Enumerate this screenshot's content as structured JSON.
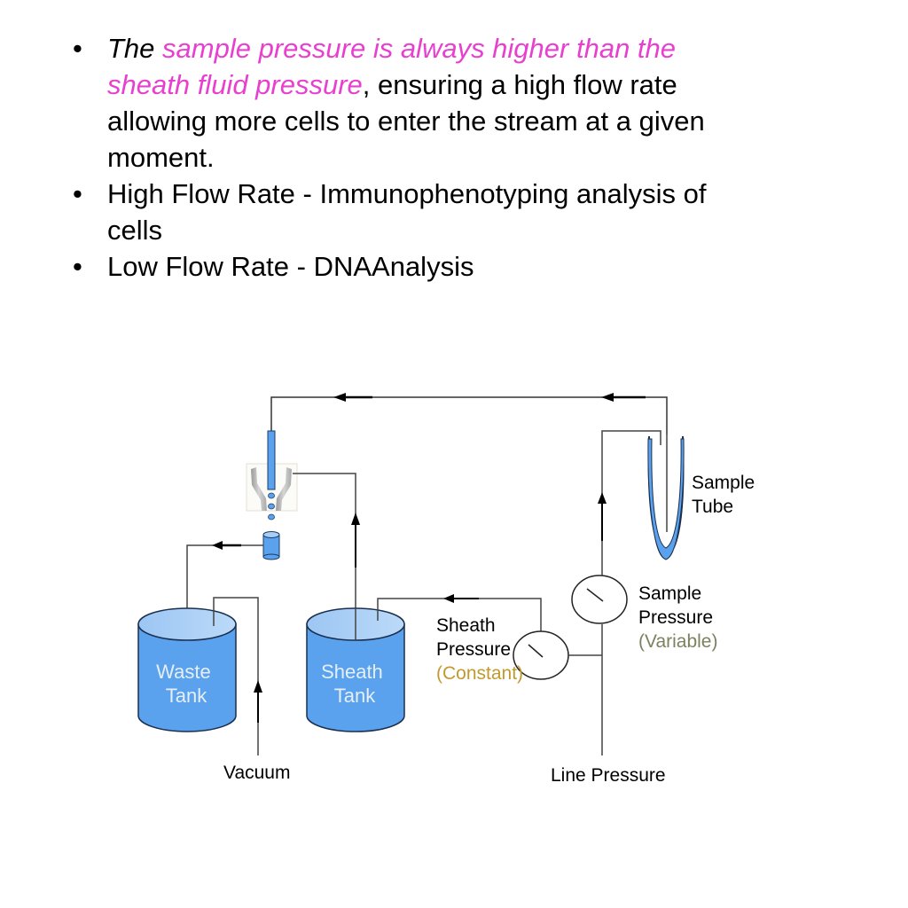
{
  "bullets": [
    {
      "parts": {
        "lead": "The",
        "highlight": "sample pressure is always higher than the sheath fluid pressure",
        "rest": ", ensuring a high flow rate allowing more cells to enter the stream at a given moment."
      }
    },
    {
      "text": "High Flow Rate - Immunophenotyping analysis of cells"
    },
    {
      "text": "Low Flow Rate - DNAAnalysis"
    }
  ],
  "bullet_glyph": "•",
  "colors": {
    "highlight": "#e83fcf",
    "tank_fill": "#5aa2ee",
    "tank_top": "#a8cdf6",
    "constant_label": "#c19a2e",
    "variable_label": "#7d8160",
    "line": "#444444"
  },
  "diagram": {
    "sample_tube_label": [
      "Sample",
      "Tube"
    ],
    "sample_pressure_label": [
      "Sample",
      "Pressure"
    ],
    "sample_pressure_mode": "(Variable)",
    "sheath_pressure_label": [
      "Sheath",
      "Pressure"
    ],
    "sheath_pressure_mode": "(Constant)",
    "waste_tank_label": [
      "Waste",
      "Tank"
    ],
    "sheath_tank_label": [
      "Sheath",
      "Tank"
    ],
    "vacuum_label": "Vacuum",
    "line_pressure_label": "Line Pressure"
  }
}
